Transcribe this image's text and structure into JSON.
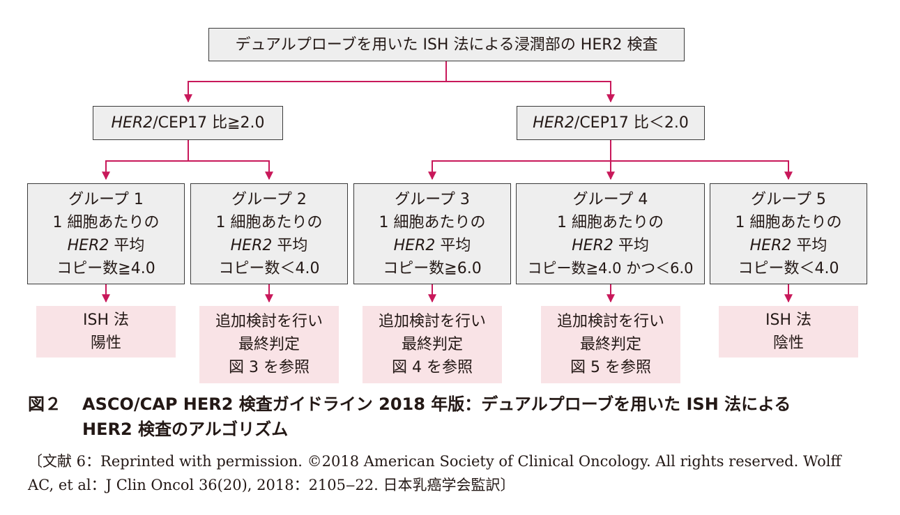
{
  "flowchart": {
    "top": "デュアルプローブを用いた ISH 法による浸潤部の HER2 検査",
    "ratio_high": {
      "gene": "HER2",
      "rest": "/CEP17 比≧2.0"
    },
    "ratio_low": {
      "gene": "HER2",
      "rest": "/CEP17 比＜2.0"
    },
    "groups": [
      {
        "name": "グループ 1",
        "line2": "1 細胞あたりの",
        "gene": "HER2",
        "line3_rest": " 平均",
        "line4": "コピー数≧4.0"
      },
      {
        "name": "グループ 2",
        "line2": "1 細胞あたりの",
        "gene": "HER2",
        "line3_rest": " 平均",
        "line4": "コピー数＜4.0"
      },
      {
        "name": "グループ 3",
        "line2": "1 細胞あたりの",
        "gene": "HER2",
        "line3_rest": " 平均",
        "line4": "コピー数≧6.0"
      },
      {
        "name": "グループ 4",
        "line2": "1 細胞あたりの",
        "gene": "HER2",
        "line3_rest": " 平均",
        "line4": "コピー数≧4.0 かつ＜6.0"
      },
      {
        "name": "グループ 5",
        "line2": "1 細胞あたりの",
        "gene": "HER2",
        "line3_rest": " 平均",
        "line4": "コピー数＜4.0"
      }
    ],
    "results": [
      {
        "lines": [
          "ISH 法",
          "陽性"
        ]
      },
      {
        "lines": [
          "追加検討を行い",
          "最終判定",
          "図 3 を参照"
        ]
      },
      {
        "lines": [
          "追加検討を行い",
          "最終判定",
          "図 4 を参照"
        ]
      },
      {
        "lines": [
          "追加検討を行い",
          "最終判定",
          "図 5 を参照"
        ]
      },
      {
        "lines": [
          "ISH 法",
          "陰性"
        ]
      }
    ]
  },
  "caption": {
    "label": "図２",
    "line1": "ASCO/CAP HER2 検査ガイドライン 2018 年版：デュアルプローブを用いた ISH 法による",
    "line2": "HER2 検査のアルゴリズム"
  },
  "source": {
    "line1": "〔文献 6：Reprinted with permission. ©2018 American Society of Clinical Oncology. All rights reserved. Wolff",
    "line2": "AC, et al：J Clin Oncol 36(20), 2018：2105‒22. 日本乳癌学会監訳〕"
  },
  "colors": {
    "arrow": "#c8185a",
    "gray_box": "#eeeeee",
    "pink_box": "#f9e3e6",
    "text": "#231815"
  }
}
